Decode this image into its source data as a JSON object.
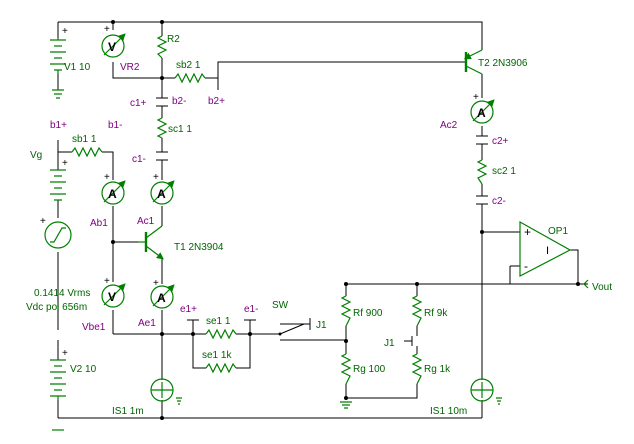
{
  "labels": {
    "r2": "R2",
    "vr2": "VR2",
    "sb2": "sb2 1",
    "b2p": "b2+",
    "b2m": "b2-",
    "c1p": "c1+",
    "v1": "V1 10",
    "t2": "T2 2N3906",
    "ac2": "Ac2",
    "c2p": "c2+",
    "sc2": "sc2 1",
    "c2m": "c2-",
    "sc1": "sc1 1",
    "c1m": "c1-",
    "b1p": "b1+",
    "b1m": "b1-",
    "sb1": "sb1 1",
    "vg": "Vg",
    "ab1": "Ab1",
    "ac1": "Ac1",
    "t1": "T1 2N3904",
    "op1": "OP1",
    "vrms": "0.1414 Vrms",
    "vdc": "Vdc pol 656m",
    "vbe1": "Vbe1",
    "ae1": "Ae1",
    "e1p": "e1+",
    "e1m": "e1-",
    "sw": "SW",
    "j1a": "J1",
    "j1b": "J1",
    "vout": "Vout",
    "se1a": "se1 1",
    "se1b": "se1 1k",
    "rf900": "Rf 900",
    "rf9k": "Rf 9k",
    "rg100": "Rg 100",
    "rg1k": "Rg 1k",
    "v2": "V2 10",
    "is1a": "IS1 1m",
    "is1b": "IS1 10m"
  },
  "symbols": {
    "voltmeter": "V",
    "ammeter": "A",
    "plus": "+",
    "minus": "-",
    "opamp": "I"
  },
  "colors": {
    "wire": "#000000",
    "component": "#008000",
    "label": "#800080",
    "name": "#006400"
  }
}
